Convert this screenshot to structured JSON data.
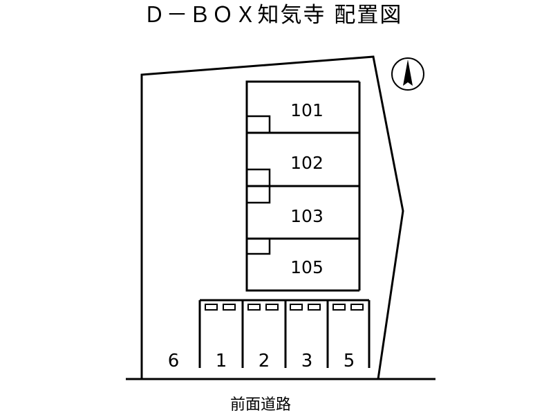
{
  "title": "Ｄ－ＢＯＸ知気寺 配置図",
  "units": [
    {
      "label": "101"
    },
    {
      "label": "102"
    },
    {
      "label": "103"
    },
    {
      "label": "105"
    }
  ],
  "parking": [
    "6",
    "1",
    "2",
    "3",
    "5"
  ],
  "road_label": "前面道路",
  "north_arrow": "north-arrow-icon"
}
